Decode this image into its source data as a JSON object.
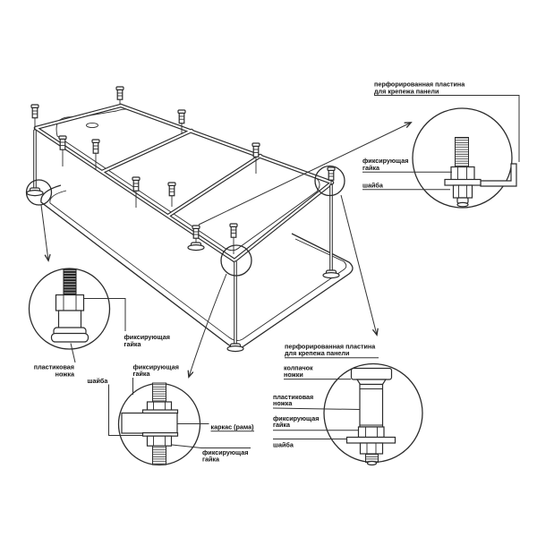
{
  "diagram": {
    "kind": "bathtub support-frame assembly line drawing",
    "language": "ru"
  },
  "colors": {
    "line": "#2b2b2b",
    "background": "#ffffff",
    "text": "#111111"
  },
  "callouts": {
    "top_right": {
      "title": {
        "line1": "перфорированная пластина",
        "line2": "для крепежа панели"
      },
      "fixing_nut": {
        "line1": "фиксирующая",
        "line2": "гайка"
      },
      "washer": "шайба"
    },
    "bottom_left": {
      "fixing_nut": {
        "line1": "фиксирующая",
        "line2": "гайка"
      },
      "plastic_foot": {
        "line1": "пластиковая",
        "line2": "ножка"
      }
    },
    "bottom_center": {
      "washer": "шайба",
      "fixing_nut_top": {
        "line1": "фиксирующая",
        "line2": "гайка"
      },
      "frame": "каркас (рама)",
      "fixing_nut_bottom": {
        "line1": "фиксирующая",
        "line2": "гайка"
      }
    },
    "bottom_right": {
      "title": {
        "line1": "перфорированная пластина",
        "line2": "для крепежа панели"
      },
      "foot_cap": {
        "line1": "колпачок",
        "line2": "ножки"
      },
      "plastic_foot": {
        "line1": "пластиковая",
        "line2": "ножка"
      },
      "fixing_nut": {
        "line1": "фиксирующая",
        "line2": "гайка"
      },
      "washer": "шайба"
    }
  }
}
